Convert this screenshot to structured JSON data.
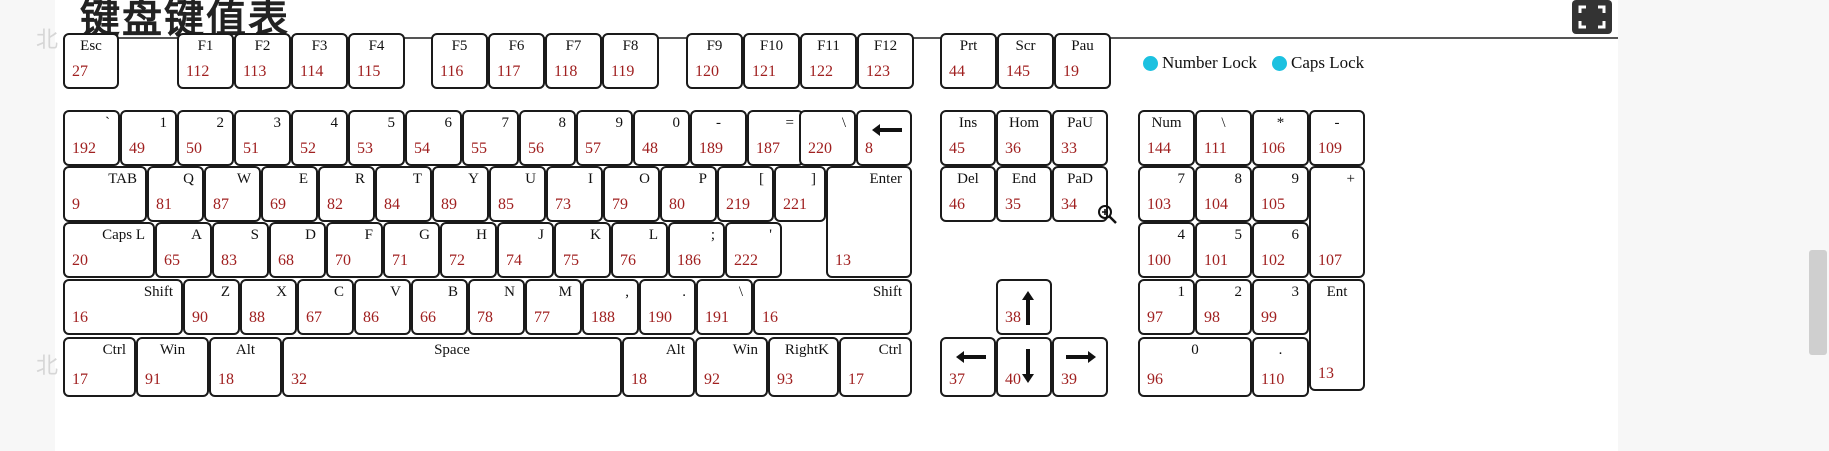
{
  "title": "键盘键值表",
  "watermark": "北",
  "icons": {
    "expand": "expand-icon",
    "zoom": "zoom-in-icon"
  },
  "locks": [
    {
      "label": "Number Lock",
      "color": "#1cc1e0"
    },
    {
      "label": "Caps Lock",
      "color": "#1cc1e0"
    }
  ],
  "keys": [
    {
      "name": "Esc",
      "code": "27"
    },
    {
      "name": "F1",
      "code": "112"
    },
    {
      "name": "F2",
      "code": "113"
    },
    {
      "name": "F3",
      "code": "114"
    },
    {
      "name": "F4",
      "code": "115"
    },
    {
      "name": "F5",
      "code": "116"
    },
    {
      "name": "F6",
      "code": "117"
    },
    {
      "name": "F7",
      "code": "118"
    },
    {
      "name": "F8",
      "code": "119"
    },
    {
      "name": "F9",
      "code": "120"
    },
    {
      "name": "F10",
      "code": "121"
    },
    {
      "name": "F11",
      "code": "122"
    },
    {
      "name": "F12",
      "code": "123"
    },
    {
      "name": "Prt",
      "code": "44"
    },
    {
      "name": "Scr",
      "code": "145"
    },
    {
      "name": "Pau",
      "code": "19"
    },
    {
      "name": "`",
      "code": "192"
    },
    {
      "name": "1",
      "code": "49"
    },
    {
      "name": "2",
      "code": "50"
    },
    {
      "name": "3",
      "code": "51"
    },
    {
      "name": "4",
      "code": "52"
    },
    {
      "name": "5",
      "code": "53"
    },
    {
      "name": "6",
      "code": "54"
    },
    {
      "name": "7",
      "code": "55"
    },
    {
      "name": "8",
      "code": "56"
    },
    {
      "name": "9",
      "code": "57"
    },
    {
      "name": "0",
      "code": "48"
    },
    {
      "name": "-",
      "code": "189"
    },
    {
      "name": "=",
      "code": "187"
    },
    {
      "name": "\\",
      "code": "220"
    },
    {
      "name": "",
      "code": "8"
    },
    {
      "name": "Ins",
      "code": "45"
    },
    {
      "name": "Hom",
      "code": "36"
    },
    {
      "name": "PaU",
      "code": "33"
    },
    {
      "name": "Num",
      "code": "144"
    },
    {
      "name": "\\",
      "code": "111"
    },
    {
      "name": "*",
      "code": "106"
    },
    {
      "name": "-",
      "code": "109"
    },
    {
      "name": "TAB",
      "code": "9"
    },
    {
      "name": "Q",
      "code": "81"
    },
    {
      "name": "W",
      "code": "87"
    },
    {
      "name": "E",
      "code": "69"
    },
    {
      "name": "R",
      "code": "82"
    },
    {
      "name": "T",
      "code": "84"
    },
    {
      "name": "Y",
      "code": "89"
    },
    {
      "name": "U",
      "code": "85"
    },
    {
      "name": "I",
      "code": "73"
    },
    {
      "name": "O",
      "code": "79"
    },
    {
      "name": "P",
      "code": "80"
    },
    {
      "name": "[",
      "code": "219"
    },
    {
      "name": "]",
      "code": "221"
    },
    {
      "name": "Enter",
      "code": "13"
    },
    {
      "name": "Del",
      "code": "46"
    },
    {
      "name": "End",
      "code": "35"
    },
    {
      "name": "PaD",
      "code": "34"
    },
    {
      "name": "7",
      "code": "103"
    },
    {
      "name": "8",
      "code": "104"
    },
    {
      "name": "9",
      "code": "105"
    },
    {
      "name": "+",
      "code": "107"
    },
    {
      "name": "Caps L",
      "code": "20"
    },
    {
      "name": "A",
      "code": "65"
    },
    {
      "name": "S",
      "code": "83"
    },
    {
      "name": "D",
      "code": "68"
    },
    {
      "name": "F",
      "code": "70"
    },
    {
      "name": "G",
      "code": "71"
    },
    {
      "name": "H",
      "code": "72"
    },
    {
      "name": "J",
      "code": "74"
    },
    {
      "name": "K",
      "code": "75"
    },
    {
      "name": "L",
      "code": "76"
    },
    {
      "name": ";",
      "code": "186"
    },
    {
      "name": "'",
      "code": "222"
    },
    {
      "name": "4",
      "code": "100"
    },
    {
      "name": "5",
      "code": "101"
    },
    {
      "name": "6",
      "code": "102"
    },
    {
      "name": "Shift",
      "code": "16"
    },
    {
      "name": "Z",
      "code": "90"
    },
    {
      "name": "X",
      "code": "88"
    },
    {
      "name": "C",
      "code": "67"
    },
    {
      "name": "V",
      "code": "86"
    },
    {
      "name": "B",
      "code": "66"
    },
    {
      "name": "N",
      "code": "78"
    },
    {
      "name": "M",
      "code": "77"
    },
    {
      "name": ",",
      "code": "188"
    },
    {
      "name": ".",
      "code": "190"
    },
    {
      "name": "\\",
      "code": "191"
    },
    {
      "name": "Shift",
      "code": "16"
    },
    {
      "name": "",
      "code": "38"
    },
    {
      "name": "1",
      "code": "97"
    },
    {
      "name": "2",
      "code": "98"
    },
    {
      "name": "3",
      "code": "99"
    },
    {
      "name": "Ent",
      "code": "13"
    },
    {
      "name": "Ctrl",
      "code": "17"
    },
    {
      "name": "Win",
      "code": "91"
    },
    {
      "name": "Alt",
      "code": "18"
    },
    {
      "name": "Space",
      "code": "32"
    },
    {
      "name": "Alt",
      "code": "18"
    },
    {
      "name": "Win",
      "code": "92"
    },
    {
      "name": "RightK",
      "code": "93"
    },
    {
      "name": "Ctrl",
      "code": "17"
    },
    {
      "name": "",
      "code": "37"
    },
    {
      "name": "",
      "code": "40"
    },
    {
      "name": "",
      "code": "39"
    },
    {
      "name": "0",
      "code": "96"
    },
    {
      "name": ".",
      "code": "110"
    }
  ]
}
